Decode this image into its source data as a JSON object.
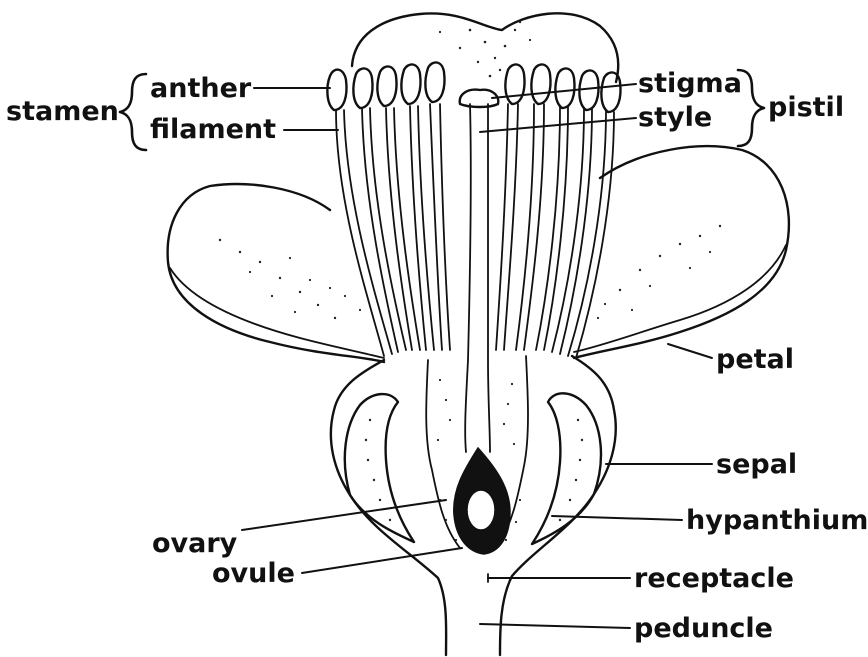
{
  "labels": {
    "stamen": "stamen",
    "anther": "anther",
    "filament": "filament",
    "stigma": "stigma",
    "style": "style",
    "pistil": "pistil",
    "petal": "petal",
    "sepal": "sepal",
    "hypanthium": "hypanthium",
    "ovary": "ovary",
    "ovule": "ovule",
    "receptacle": "receptacle",
    "peduncle": "peduncle"
  }
}
